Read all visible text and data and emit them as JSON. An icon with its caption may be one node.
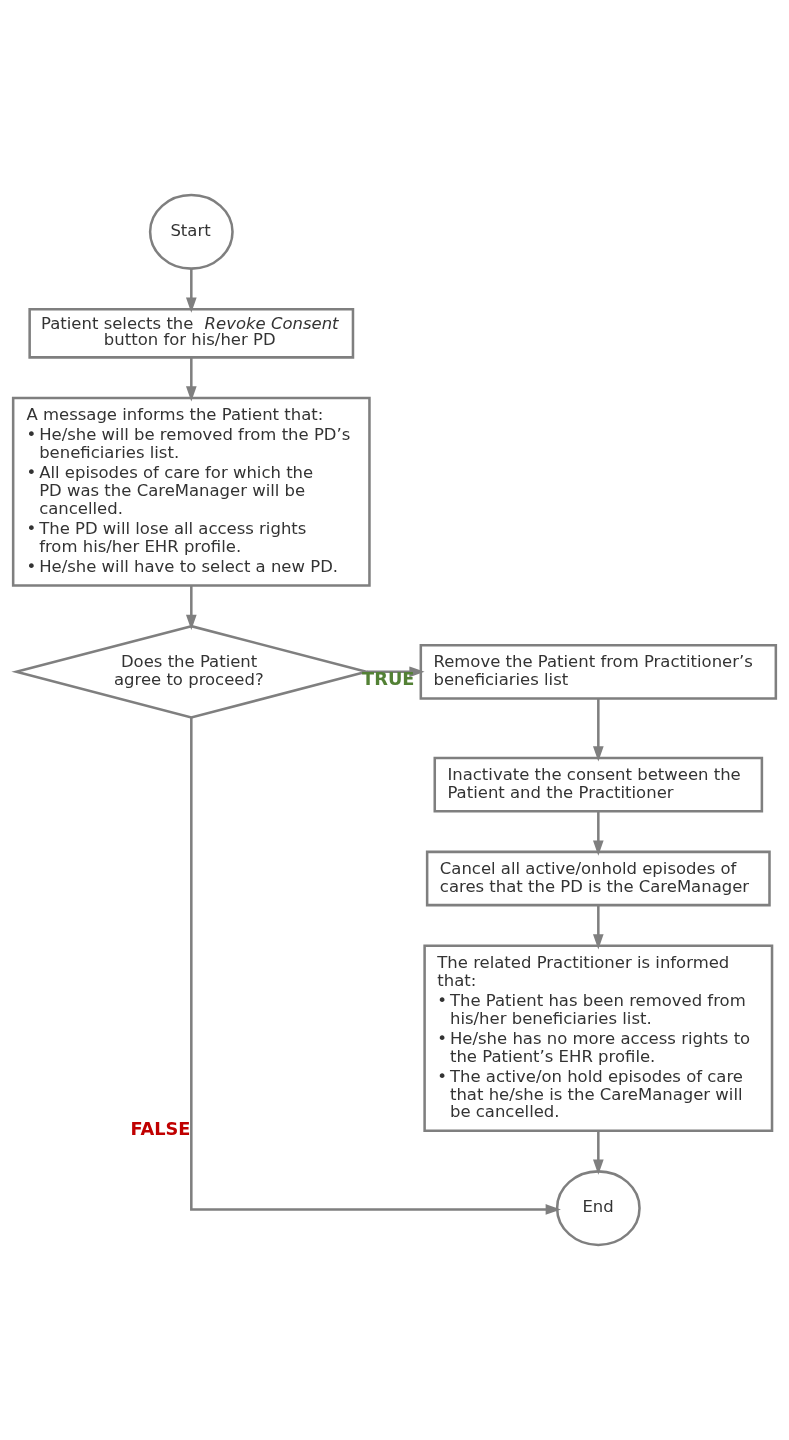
{
  "diagram": {
    "nodes": [
      {
        "text": [
          "Start"
        ]
      },
      {
        "text": [
          "Patient selects the *Revoke Consent* button for his/her PD"
        ]
      },
      {
        "text": [
          "A message informs the Patient that:",
          "• He/she will be removed from the PD’s beneficiaries list.",
          "• All episodes of care for which the PD was the CareManager will be cancelled.",
          "• The PD will lose all access rights from his/her EHR profile.",
          "• He/she will have to select a new PD."
        ]
      },
      {
        "text": [
          "Does the Patient agree to proceed?"
        ]
      },
      {
        "text": [
          "Remove the Patient from Practitioner’s beneficiaries list"
        ]
      },
      {
        "text": [
          "Inactivate the consent between the Patient and the Practitioner"
        ]
      },
      {
        "text": [
          "Cancel all active/onhold episodes of cares that the PD is the CareManager"
        ]
      },
      {
        "text": [
          "The related Practitioner is informed that:",
          "• The Patient has been removed from his/her beneficiaries list.",
          "• He/she has no more access rights to the Patient’s EHR profile.",
          "• The active/on hold episodes of care that he/she is the CareManager will be cancelled."
        ]
      },
      {
        "text": [
          "End"
        ]
      }
    ],
    "edges": [
      {
        "from": 0,
        "to": 1,
        "arrow": "to"
      },
      {
        "from": 1,
        "to": 2,
        "arrow": "to"
      },
      {
        "from": 2,
        "to": 3,
        "arrow": "to"
      },
      {
        "from": 3,
        "to": 4,
        "arrow": "to",
        "label": "TRUE"
      },
      {
        "from": 3,
        "to": 8,
        "arrow": "to",
        "label": "FALSE"
      },
      {
        "from": 4,
        "to": 5,
        "arrow": "to"
      },
      {
        "from": 5,
        "to": 6,
        "arrow": "to"
      },
      {
        "from": 6,
        "to": 7,
        "arrow": "to"
      },
      {
        "from": 7,
        "to": 8,
        "arrow": "to"
      }
    ]
  }
}
